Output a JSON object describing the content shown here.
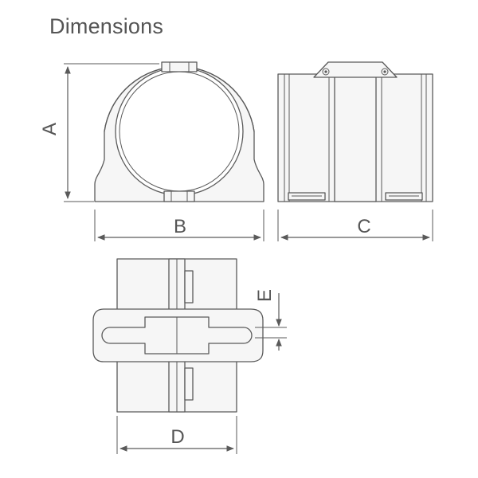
{
  "title": "Dimensions",
  "labels": {
    "a": "A",
    "b": "B",
    "c": "C",
    "d": "D",
    "e": "E"
  },
  "colors": {
    "line": "#5a5a5a",
    "fill": "#f6f6f6",
    "text": "#555555"
  }
}
